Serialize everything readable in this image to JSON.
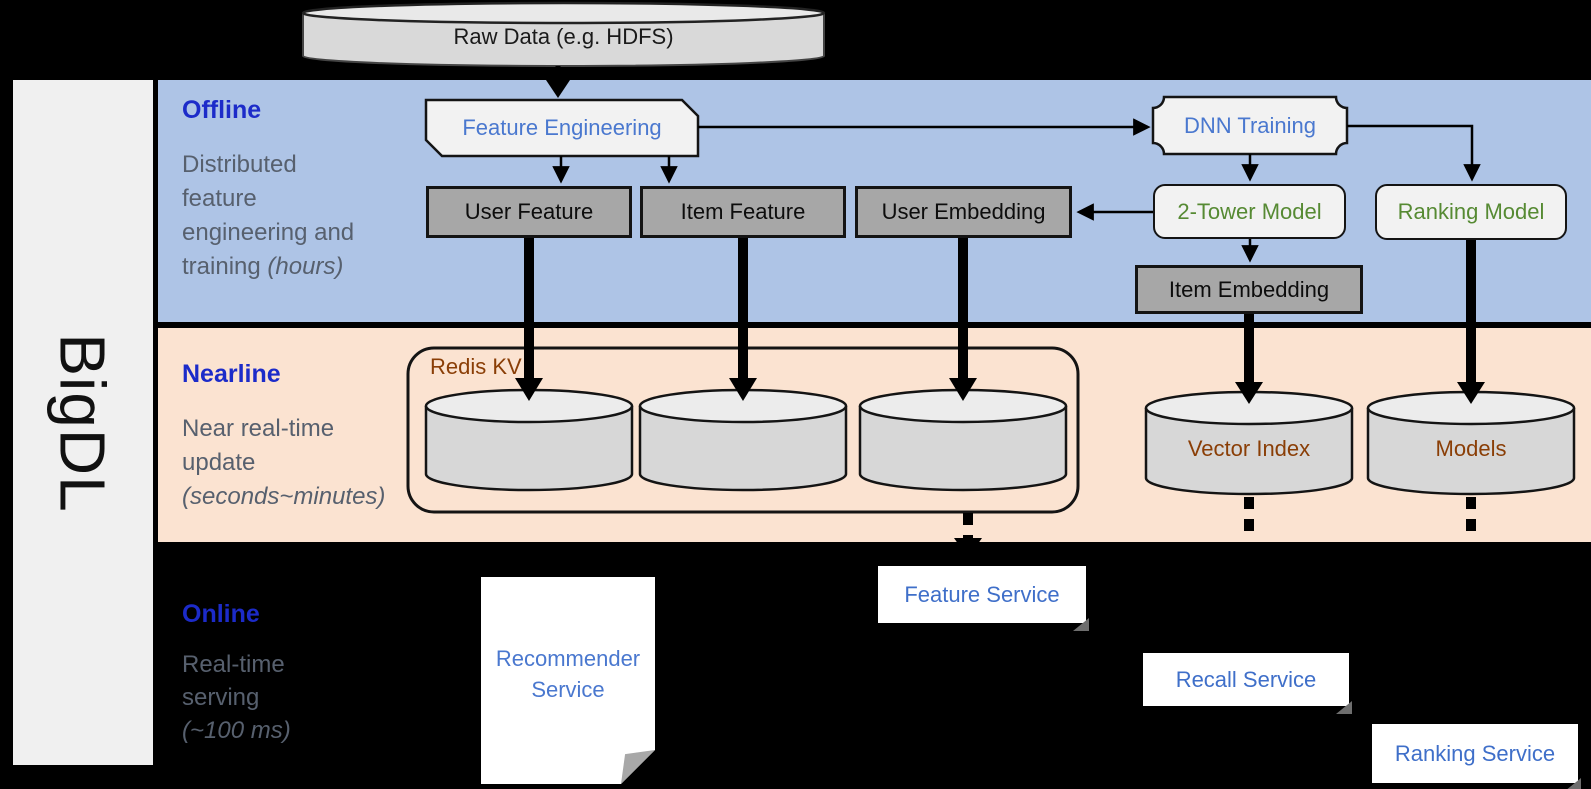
{
  "brand": {
    "label": "BigDL"
  },
  "raw_data_label": "Raw Data (e.g. HDFS)",
  "sections": {
    "offline": {
      "title": "Offline",
      "line1": "Distributed",
      "line2": "feature",
      "line3": "engineering and",
      "line4": "training ",
      "line4_italic": "(hours)"
    },
    "nearline": {
      "title": "Nearline",
      "line1": "Near real-time",
      "line2": "update",
      "line3_italic": "(seconds~minutes)"
    },
    "online": {
      "title": "Online",
      "line1": "Real-time",
      "line2": "serving",
      "line3_italic": "(~100 ms)"
    }
  },
  "nodes": {
    "feature_engineering": "Feature Engineering",
    "dnn_training": "DNN Training",
    "user_feature": "User Feature",
    "item_feature": "Item Feature",
    "user_embedding": "User Embedding",
    "two_tower_model": "2-Tower Model",
    "ranking_model": "Ranking Model",
    "item_embedding": "Item Embedding",
    "redis_kv": "Redis KV",
    "vector_index": "Vector Index",
    "models": "Models",
    "feature_service": "Feature Service",
    "recall_service": "Recall Service",
    "ranking_service": "Ranking Service",
    "recommender_line1": "Recommender",
    "recommender_line2": "Service"
  },
  "colors": {
    "offline_band": "#aec4e6",
    "nearline_band": "#fbe3d1",
    "section_title_blue": "#1c2bc9",
    "desc_gray": "#57606e",
    "node_blue": "#4a78cf",
    "service_blue": "#3f6fc9",
    "model_green": "#568a33",
    "storage_brown": "#8a3e06",
    "dark_box_fill": "#a7a7a7",
    "light_box_fill": "#f2f2f2"
  }
}
